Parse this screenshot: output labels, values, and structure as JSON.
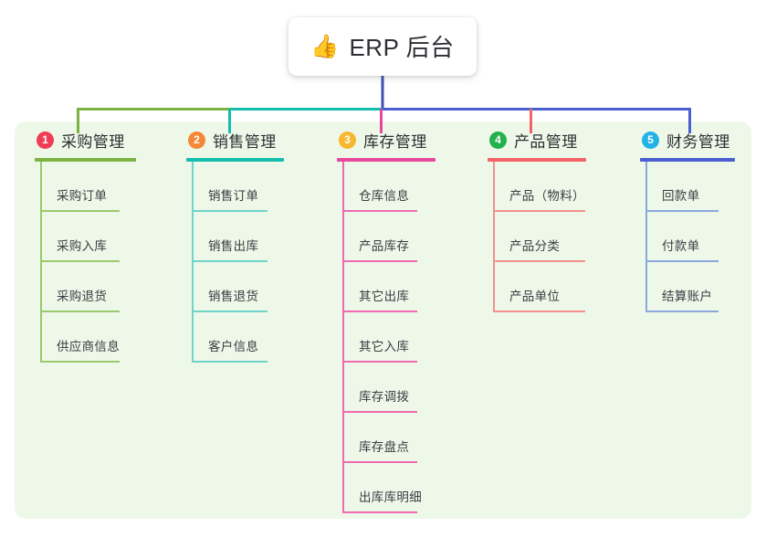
{
  "root": {
    "icon": "thumbs-up-icon",
    "emoji": "👍",
    "title": "ERP 后台"
  },
  "colors": {
    "panel_bg": "#eef8e9",
    "page_bg": "#ffffff",
    "root_stem": "#3f51b5",
    "branch_green": "#7cb342",
    "branch_teal": "#14bdad",
    "branch_pink": "#e8489b",
    "branch_red": "#f4626a",
    "branch_blue": "#4a5fd0",
    "child_green": "#9bc96b",
    "child_teal": "#6fd3c9",
    "child_pink": "#ef6ab0",
    "child_red": "#f2918f",
    "child_blue": "#8aa7e0",
    "badge_1": "#ee3d54",
    "badge_2": "#f58836",
    "badge_3": "#f7b731",
    "badge_4": "#22b14c",
    "badge_5": "#23b3e8"
  },
  "branches": [
    {
      "index": "1",
      "title": "采购管理",
      "badge_color": "#ee3d54",
      "line_color": "#7cb342",
      "child_line_color": "#9bc96b",
      "children": [
        {
          "label": "采购订单"
        },
        {
          "label": "采购入库"
        },
        {
          "label": "采购退货"
        },
        {
          "label": "供应商信息"
        }
      ]
    },
    {
      "index": "2",
      "title": "销售管理",
      "badge_color": "#f58836",
      "line_color": "#14bdad",
      "child_line_color": "#6fd3c9",
      "children": [
        {
          "label": "销售订单"
        },
        {
          "label": "销售出库"
        },
        {
          "label": "销售退货"
        },
        {
          "label": "客户信息"
        }
      ]
    },
    {
      "index": "3",
      "title": "库存管理",
      "badge_color": "#f7b731",
      "line_color": "#e8489b",
      "child_line_color": "#ef6ab0",
      "children": [
        {
          "label": "仓库信息"
        },
        {
          "label": "产品库存"
        },
        {
          "label": "其它出库"
        },
        {
          "label": "其它入库"
        },
        {
          "label": "库存调拨"
        },
        {
          "label": "库存盘点"
        },
        {
          "label": "出库库明细"
        }
      ]
    },
    {
      "index": "4",
      "title": "产品管理",
      "badge_color": "#22b14c",
      "line_color": "#f4626a",
      "child_line_color": "#f2918f",
      "children": [
        {
          "label": "产品（物料）"
        },
        {
          "label": "产品分类"
        },
        {
          "label": "产品单位"
        }
      ]
    },
    {
      "index": "5",
      "title": "财务管理",
      "badge_color": "#23b3e8",
      "line_color": "#4a5fd0",
      "child_line_color": "#8aa7e0",
      "children": [
        {
          "label": "回款单"
        },
        {
          "label": "付款单"
        },
        {
          "label": "结算账户"
        }
      ]
    }
  ]
}
